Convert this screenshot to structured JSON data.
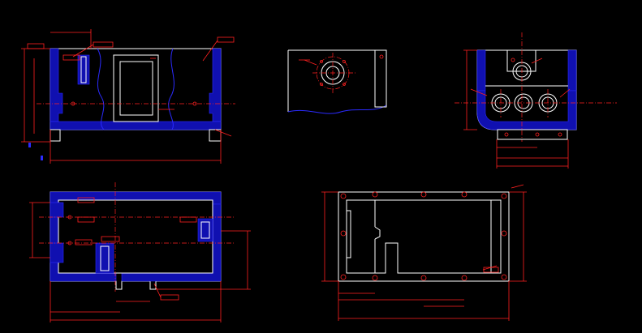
{
  "drawing": {
    "background": "#000000",
    "colors": {
      "outline": "#ffffff",
      "dimension": "#ff2020",
      "section": "#2b2bff"
    }
  },
  "views": [
    {
      "id": "front-section",
      "title": ""
    },
    {
      "id": "partial-detail",
      "title": ""
    },
    {
      "id": "side-section",
      "title": ""
    },
    {
      "id": "top-section",
      "title": ""
    },
    {
      "id": "bottom-view",
      "title": ""
    }
  ]
}
